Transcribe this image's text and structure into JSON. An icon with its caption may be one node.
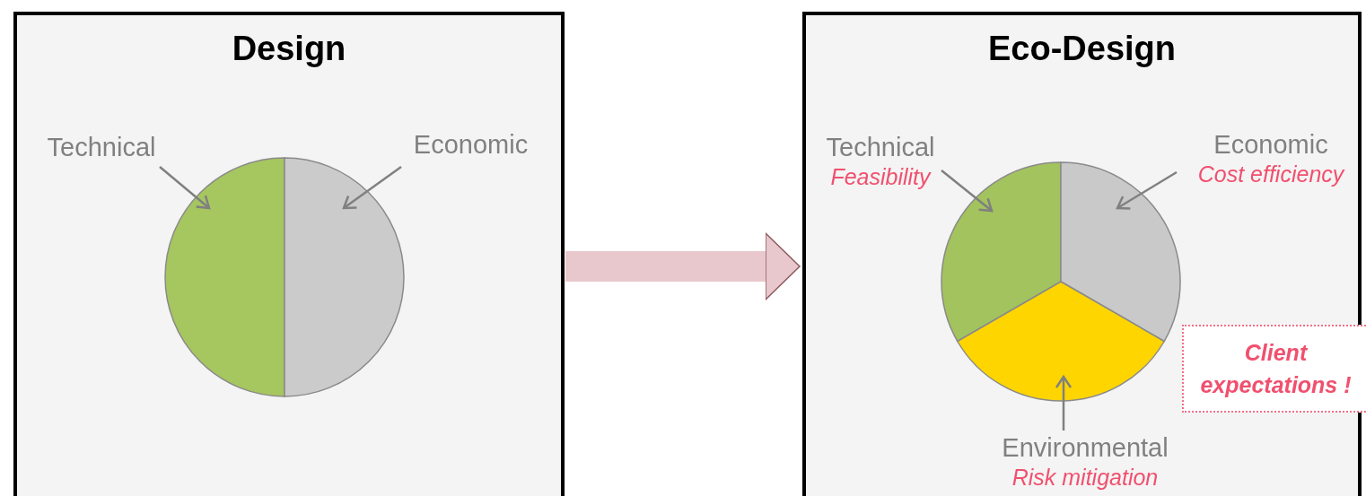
{
  "diagram": {
    "nodes": [
      {
        "text": [
          "Design"
        ]
      },
      {
        "text": [
          "Technical"
        ],
        "in": 0
      },
      {
        "text": [
          "Economic"
        ],
        "in": 0
      },
      {
        "text": [],
        "shape": "wedge",
        "in": 0
      },
      {
        "text": [],
        "shape": "wedge",
        "in": 0
      },
      {
        "text": [
          "Eco-Design"
        ]
      },
      {
        "text": [
          "Technical",
          "Feasibility"
        ],
        "in": 5
      },
      {
        "text": [
          "Economic",
          "Cost efficiency"
        ],
        "in": 5
      },
      {
        "text": [
          "Environmental",
          "Risk mitigation"
        ],
        "in": 5
      },
      {
        "text": [],
        "shape": "wedge",
        "in": 5
      },
      {
        "text": [],
        "shape": "wedge",
        "in": 5
      },
      {
        "text": [],
        "shape": "wedge",
        "in": 5
      },
      {
        "text": [
          "Client expectations !"
        ],
        "in": 5
      }
    ],
    "edges": [
      {
        "from": 0,
        "to": 5,
        "arrow": "to",
        "style": "thick",
        "color": "#e8c8cc"
      },
      {
        "from": 1,
        "to": 3,
        "arrow": "to"
      },
      {
        "from": 2,
        "to": 4,
        "arrow": "to"
      },
      {
        "from": 6,
        "to": 9,
        "arrow": "to"
      },
      {
        "from": 7,
        "to": 10,
        "arrow": "to"
      },
      {
        "from": 8,
        "to": 11,
        "arrow": "to"
      }
    ]
  }
}
